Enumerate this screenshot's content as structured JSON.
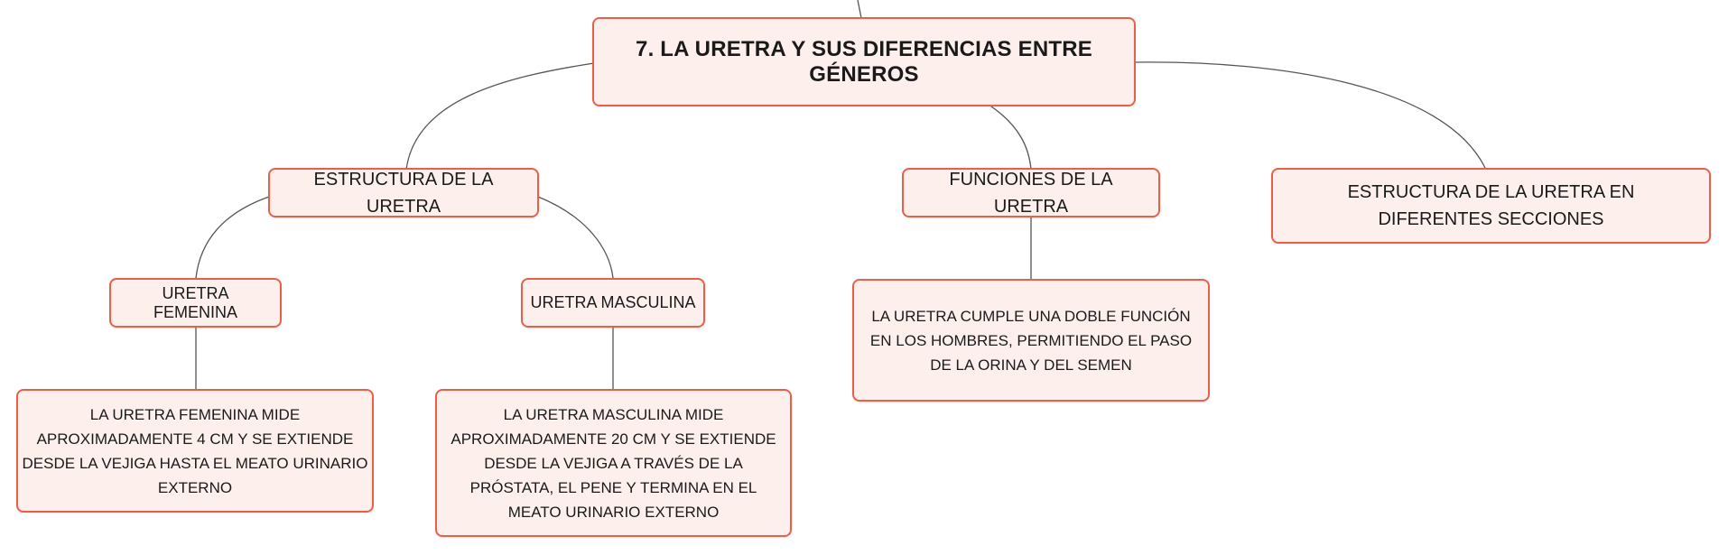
{
  "colors": {
    "node_border": "#e8604a",
    "node_fill": "#fdf0ec",
    "connector": "#555555",
    "text": "#1a1a1a"
  },
  "root": {
    "title": "7. LA URETRA Y SUS DIFERENCIAS ENTRE GÉNEROS"
  },
  "branches": {
    "estructura": {
      "label": "ESTRUCTURA DE LA URETRA",
      "femenina": {
        "label": "URETRA FEMENINA",
        "detail": "LA URETRA FEMENINA MIDE APROXIMADAMENTE 4 CM Y SE EXTIENDE DESDE LA VEJIGA HASTA EL MEATO URINARIO EXTERNO"
      },
      "masculina": {
        "label": "URETRA MASCULINA",
        "detail": "LA URETRA MASCULINA MIDE APROXIMADAMENTE 20 CM Y SE EXTIENDE DESDE LA VEJIGA A TRAVÉS DE LA PRÓSTATA, EL PENE Y TERMINA EN EL MEATO URINARIO EXTERNO"
      }
    },
    "funciones": {
      "label": "FUNCIONES DE LA URETRA",
      "detail": "LA URETRA CUMPLE UNA DOBLE FUNCIÓN EN LOS HOMBRES, PERMITIENDO EL PASO DE LA ORINA Y DEL SEMEN"
    },
    "secciones": {
      "label": "ESTRUCTURA DE LA URETRA EN DIFERENTES SECCIONES"
    }
  }
}
